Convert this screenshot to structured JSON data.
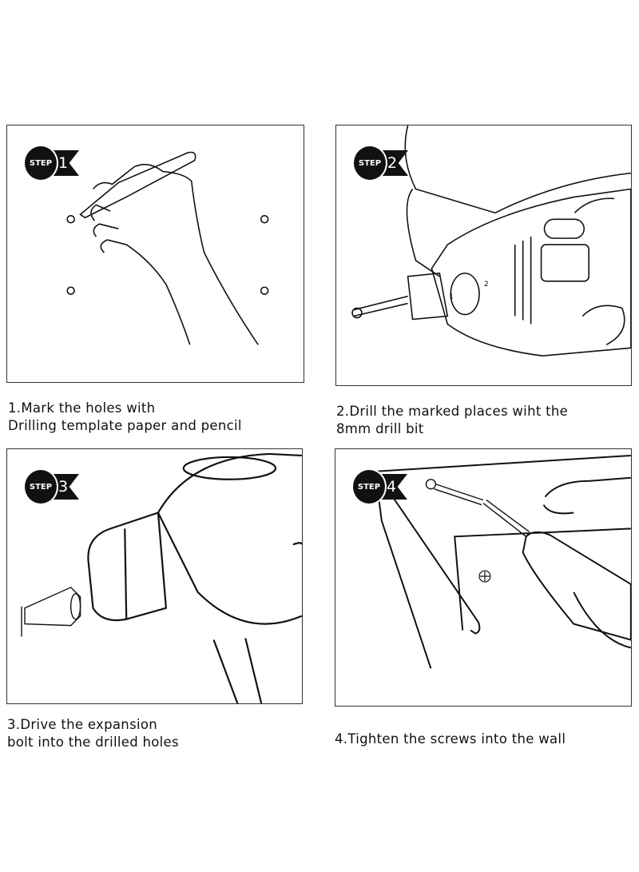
{
  "steps": [
    {
      "badge_word": "STEP",
      "number": "1",
      "caption": [
        "1.Mark the holes with",
        "Drilling template paper and pencil"
      ]
    },
    {
      "badge_word": "STEP",
      "number": "2",
      "caption": [
        "2.Drill the marked places wiht the",
        "8mm drill bit"
      ],
      "dial_labels": [
        "1",
        "2"
      ]
    },
    {
      "badge_word": "STEP",
      "number": "3",
      "caption": [
        "3.Drive the expansion",
        "bolt into the drilled holes"
      ]
    },
    {
      "badge_word": "STEP",
      "number": "4",
      "caption": [
        "4.Tighten the screws into the wall"
      ]
    }
  ]
}
